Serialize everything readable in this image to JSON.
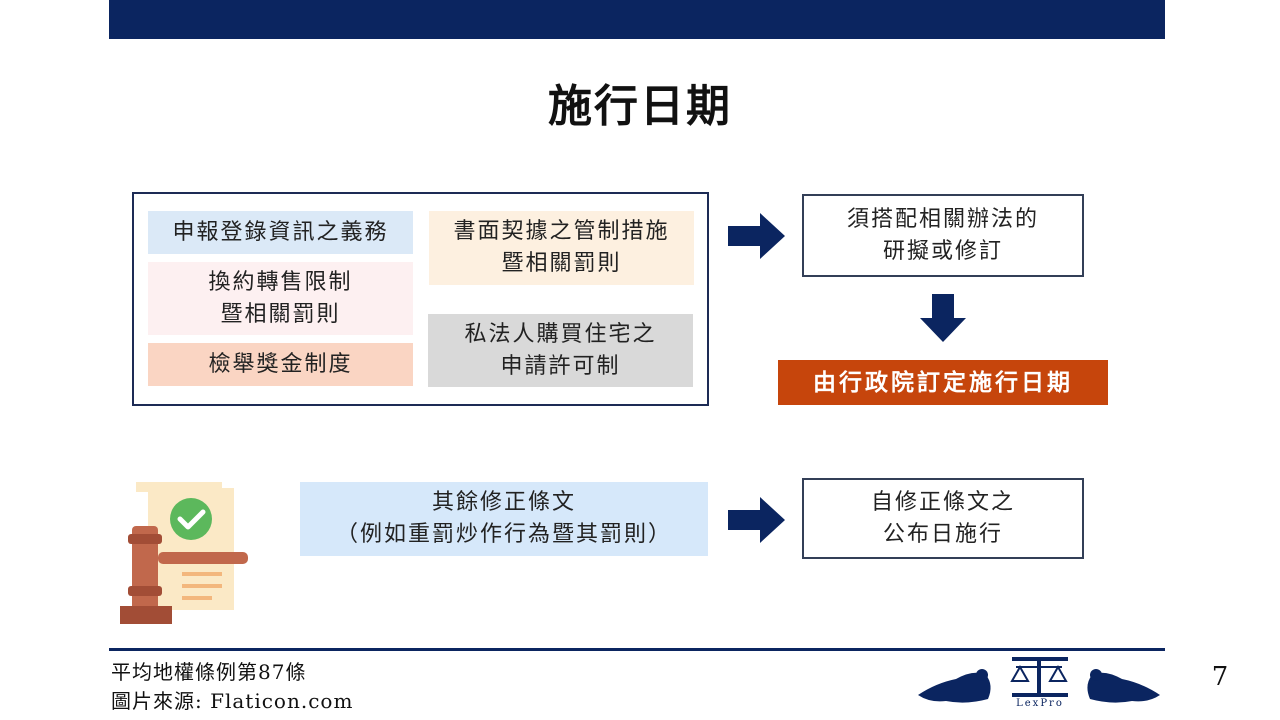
{
  "slide": {
    "title": "施行日期",
    "page_number": "7"
  },
  "group_items": {
    "item1": "申報登錄資訊之義務",
    "item2": "換約轉售限制\n暨相關罰則",
    "item3": "檢舉獎金制度",
    "item4": "書面契據之管制措施\n暨相關罰則",
    "item5": "私法人購買住宅之\n申請許可制"
  },
  "flow_top": {
    "result_box": "須搭配相關辦法的\n研擬或修訂",
    "final_label": "由行政院訂定施行日期"
  },
  "flow_bottom": {
    "source_box": "其餘修正條文\n（例如重罰炒作行為暨其罰則）",
    "result_box": "自修正條文之\n公布日施行"
  },
  "footer": {
    "law_ref": "平均地權條例第87條",
    "image_source": "圖片來源: Flaticon.com",
    "logo_text": "LexPro"
  },
  "colors": {
    "navy": "#0b2560",
    "orange": "#c6450c"
  },
  "icons": {
    "illustration": "gavel-document-check-icon",
    "arrow": "arrow-right-icon",
    "arrow_down": "arrow-down-icon",
    "logo": "lexpro-lions-scale-logo"
  }
}
